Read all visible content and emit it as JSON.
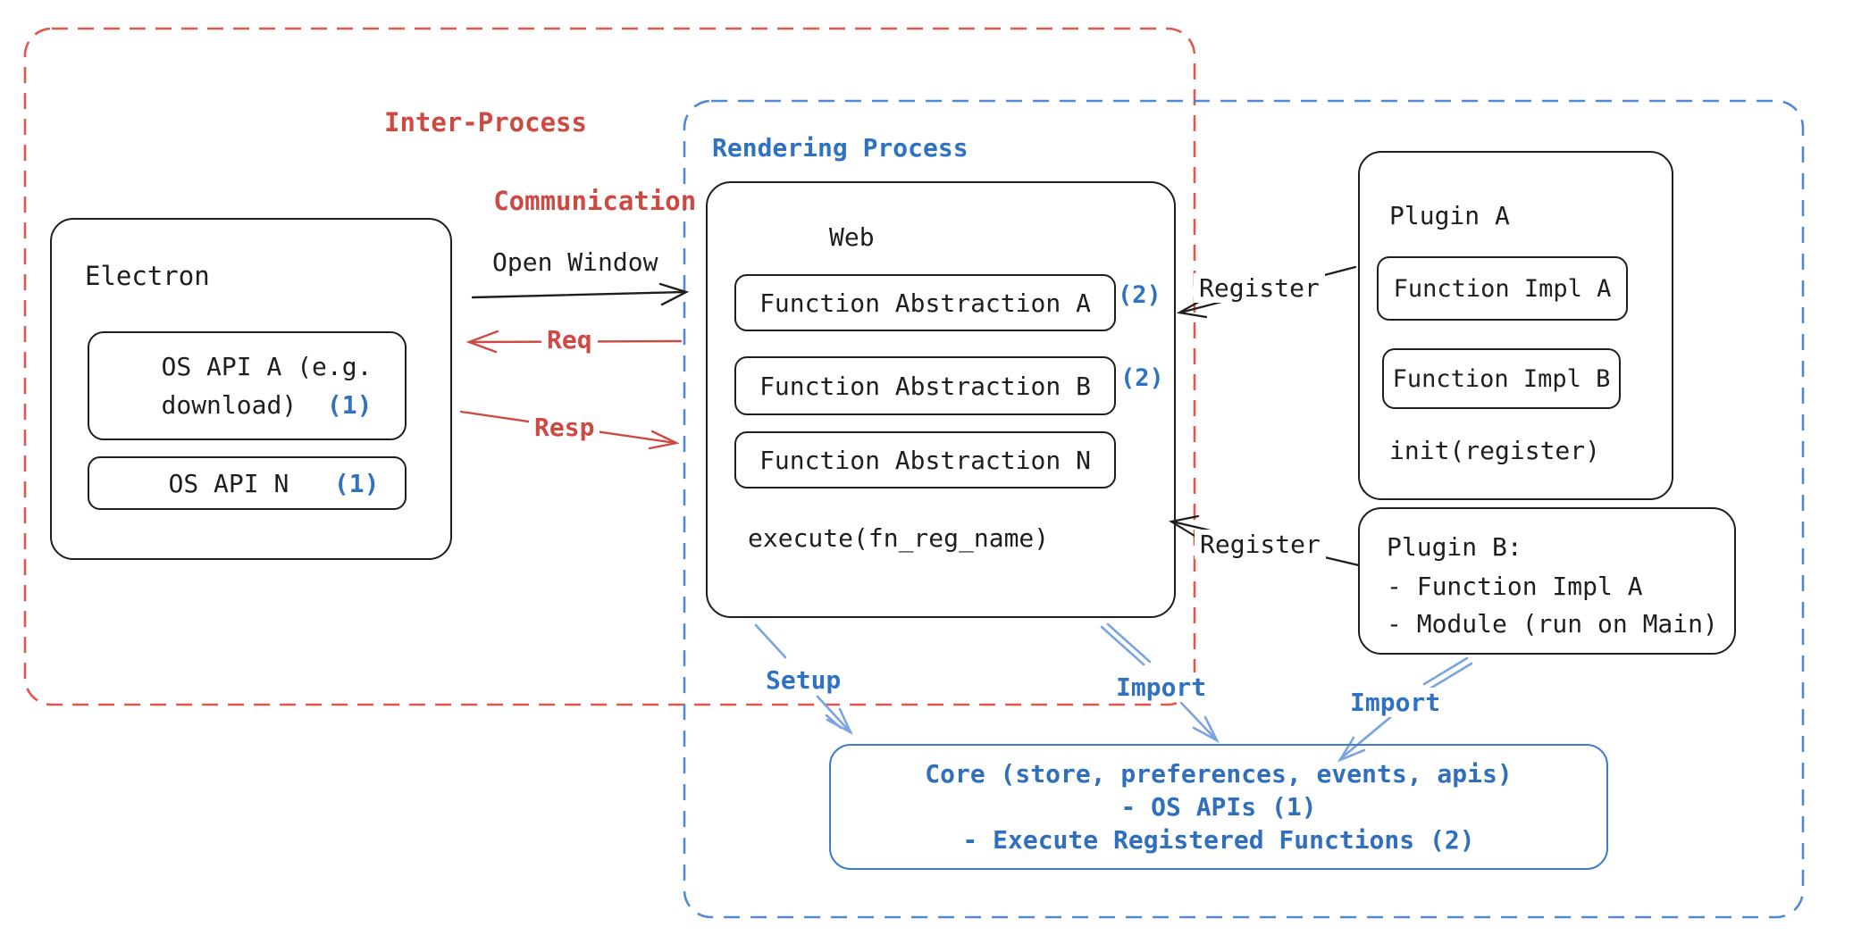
{
  "regions": {
    "ipc": {
      "label_line1": "Inter-Process",
      "label_line2": "Communication"
    },
    "rendering": {
      "label": "Rendering Process"
    }
  },
  "electron": {
    "title": "Electron",
    "os_api_a": {
      "line1": "OS API A (e.g.",
      "line2": "download)",
      "badge": "(1)"
    },
    "os_api_n": {
      "label": "OS API N",
      "badge": "(1)"
    }
  },
  "web": {
    "title": "Web",
    "items": [
      {
        "label": "Function Abstraction A",
        "badge": "(2)"
      },
      {
        "label": "Function Abstraction B",
        "badge": "(2)"
      },
      {
        "label": "Function Abstraction N",
        "badge": ""
      }
    ],
    "execute": "execute(fn_reg_name)"
  },
  "plugin_a": {
    "title": "Plugin A",
    "impl_a": "Function Impl A",
    "impl_b": "Function Impl B",
    "init": "init(register)"
  },
  "plugin_b": {
    "title": "Plugin B:",
    "item1": "- Function Impl A",
    "item2": "- Module (run on Main)"
  },
  "core": {
    "line1": "Core (store, preferences, events, apis)",
    "line2": "- OS APIs (1)",
    "line3": "- Execute Registered Functions (2)"
  },
  "arrows": {
    "open_window": "Open Window",
    "req": "Req",
    "resp": "Resp",
    "register_a": "Register",
    "register_b": "Register",
    "setup": "Setup",
    "import_web": "Import",
    "import_plugin": "Import"
  },
  "colors": {
    "ink": "#1e1e1e",
    "red_text": "#cd4a43",
    "red_dash": "#e0574e",
    "blue_text": "#2f72c3",
    "blue_dash": "#5189d4",
    "blue_arrow": "#7aa4df",
    "core_border": "#3f7cc9"
  }
}
